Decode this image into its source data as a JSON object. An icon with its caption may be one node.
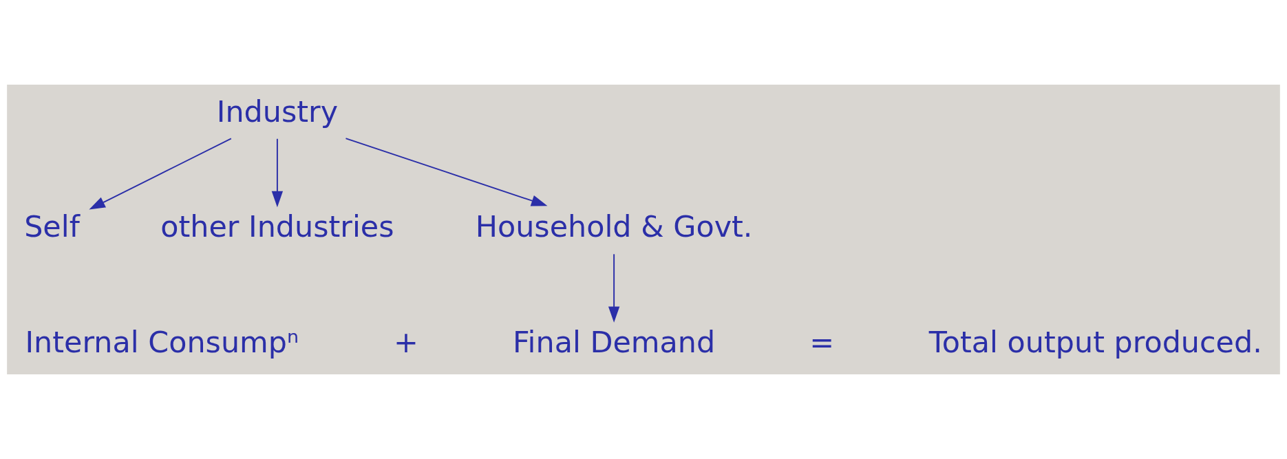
{
  "diagram": {
    "nodes": [
      {
        "text": [
          "Industry"
        ]
      },
      {
        "text": [
          "Self"
        ]
      },
      {
        "text": [
          "other Industries"
        ]
      },
      {
        "text": [
          "Household & Govt."
        ]
      },
      {
        "text": [
          "Internal Consumpⁿ"
        ]
      },
      {
        "text": [
          "Final Demand"
        ]
      },
      {
        "text": [
          "Total output produced."
        ]
      }
    ],
    "edges": [
      {
        "from": 0,
        "to": 1,
        "arrow": "to"
      },
      {
        "from": 0,
        "to": 2,
        "arrow": "to"
      },
      {
        "from": 0,
        "to": 3,
        "arrow": "to"
      },
      {
        "from": 3,
        "to": 5,
        "arrow": "to"
      }
    ],
    "labels": [
      "+",
      "="
    ]
  }
}
